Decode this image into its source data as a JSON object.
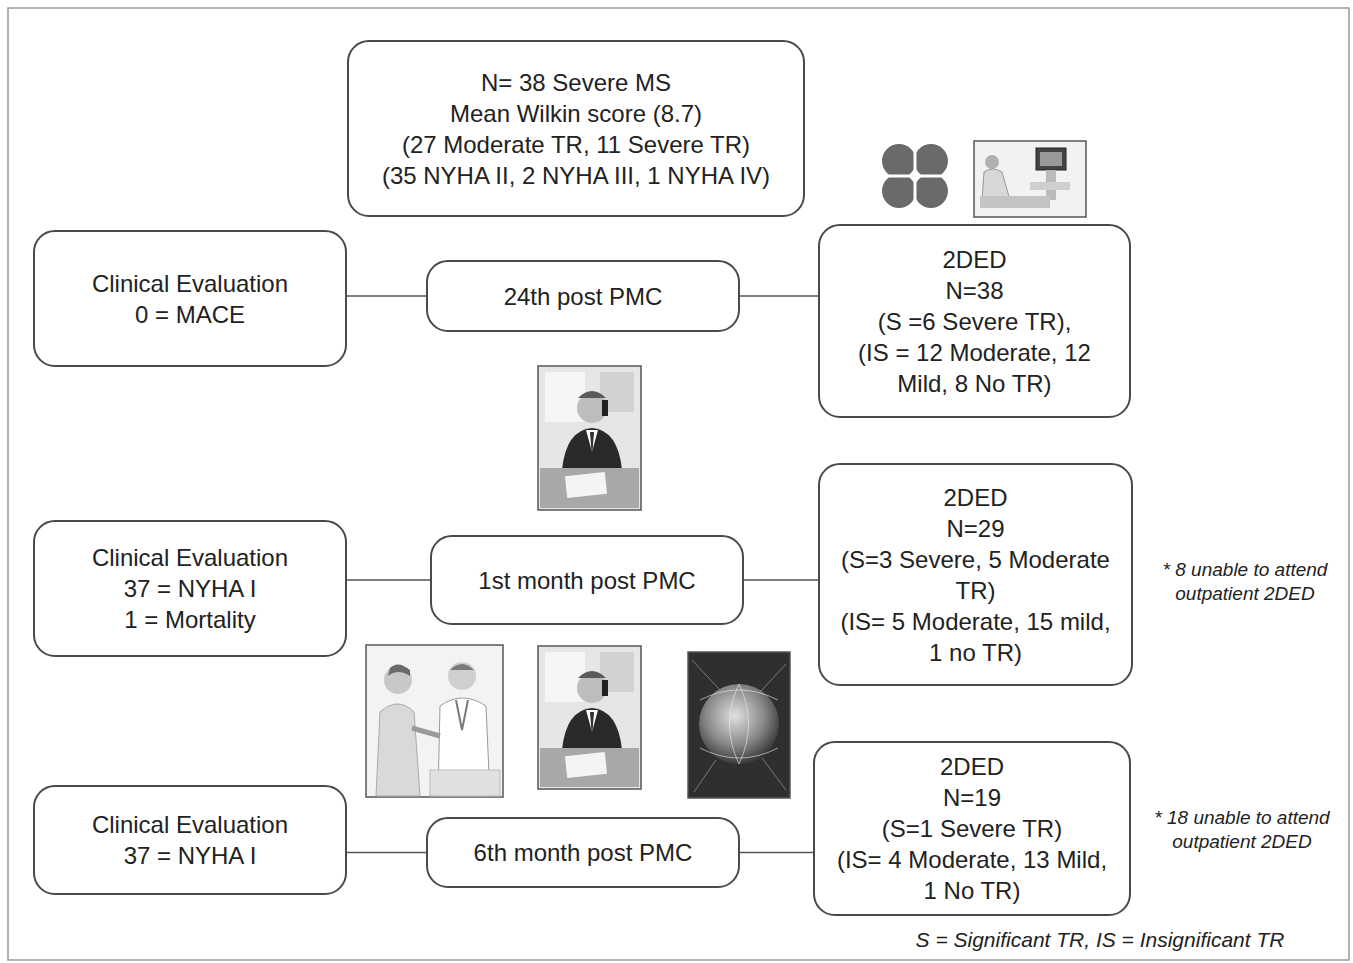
{
  "diagram": {
    "nodes": [
      {
        "text": [
          "N= 38 Severe MS",
          "Mean Wilkin score (8.7)",
          "(27 Moderate TR, 11 Severe TR)",
          "(35 NYHA II, 2 NYHA III, 1 NYHA IV)"
        ]
      },
      {
        "text": [
          "Clinical Evaluation",
          "0 = MACE"
        ]
      },
      {
        "text": [
          "24th post PMC"
        ]
      },
      {
        "text": [
          "2DED",
          "N=38",
          "(S =6 Severe TR),",
          "(IS = 12 Moderate, 12 Mild, 8 No TR)"
        ]
      },
      {
        "text": [
          "Clinical Evaluation",
          "37 = NYHA I",
          "1 = Mortality"
        ]
      },
      {
        "text": [
          "1st month post PMC"
        ]
      },
      {
        "text": [
          "2DED",
          "N=29",
          "(S=3 Severe, 5 Moderate TR)",
          "(IS= 5 Moderate, 15 mild, 1 no TR)"
        ]
      },
      {
        "text": [
          "Clinical Evaluation",
          "37 = NYHA I"
        ]
      },
      {
        "text": [
          "6th month post PMC"
        ]
      },
      {
        "text": [
          "2DED",
          "N=19",
          "(S=1 Severe TR)",
          "(IS= 4 Moderate, 13 Mild, 1 No TR)"
        ]
      }
    ],
    "edges": [
      {
        "from": 2,
        "to": 1,
        "arrow": "none"
      },
      {
        "from": 2,
        "to": 3,
        "arrow": "none"
      },
      {
        "from": 5,
        "to": 4,
        "arrow": "none"
      },
      {
        "from": 5,
        "to": 6,
        "arrow": "none"
      },
      {
        "from": 8,
        "to": 7,
        "arrow": "none"
      },
      {
        "from": 8,
        "to": 9,
        "arrow": "none"
      }
    ],
    "labels": [
      "* 8 unable to attend outpatient 2DED",
      "* 18 unable to attend outpatient 2DED",
      "S = Significant TR, IS = Insignificant TR"
    ]
  }
}
